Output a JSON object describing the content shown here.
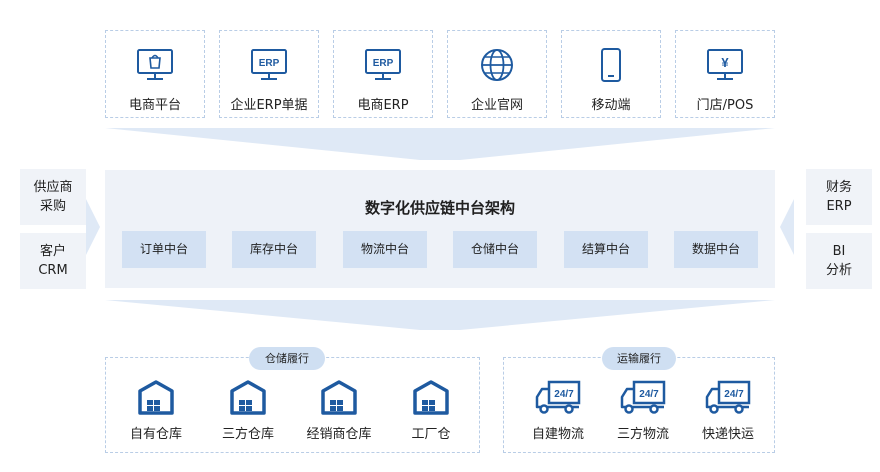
{
  "channels": [
    {
      "label": "电商平台",
      "icon": "monitor-shopping-bag-icon"
    },
    {
      "label": "企业ERP单据",
      "icon": "monitor-erp-icon"
    },
    {
      "label": "电商ERP",
      "icon": "monitor-erp-icon"
    },
    {
      "label": "企业官网",
      "icon": "globe-icon"
    },
    {
      "label": "移动端",
      "icon": "mobile-phone-icon"
    },
    {
      "label": "门店/POS",
      "icon": "monitor-yen-icon"
    }
  ],
  "erp_icon_text": "ERP",
  "yen_icon_text": "¥",
  "left_inputs": [
    {
      "line1": "供应商",
      "line2": "采购"
    },
    {
      "line1": "客户",
      "line2": "CRM"
    }
  ],
  "right_inputs": [
    {
      "line1": "财务",
      "line2": "ERP"
    },
    {
      "line1": "BI",
      "line2": "分析"
    }
  ],
  "core": {
    "title": "数字化供应链中台架构",
    "modules": [
      "订单中台",
      "库存中台",
      "物流中台",
      "仓储中台",
      "结算中台",
      "数据中台"
    ]
  },
  "warehouse_group": {
    "title": "仓储履行",
    "items": [
      "自有仓库",
      "三方仓库",
      "经销商仓库",
      "工厂仓"
    ],
    "icon": "warehouse-icon"
  },
  "transport_group": {
    "title": "运输履行",
    "items": [
      "自建物流",
      "三方物流",
      "快递快运"
    ],
    "icon": "truck-24-7-icon",
    "badge_text": "24/7"
  },
  "colors": {
    "accent": "#1e5aa0",
    "panel": "#eef2f8",
    "module": "#d3e1f3",
    "band": "#dfe9f6",
    "pill": "#cfdff2"
  }
}
